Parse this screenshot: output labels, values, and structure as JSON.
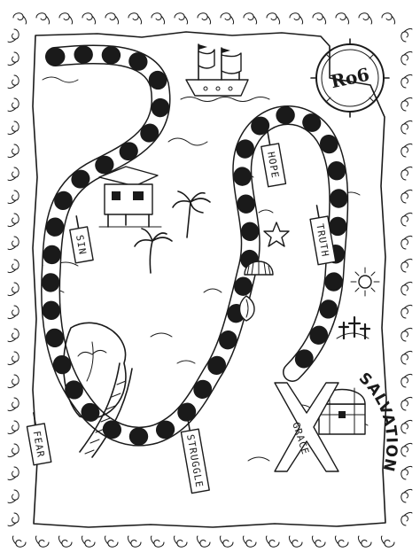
{
  "colors": {
    "ink": "#1a1a1a",
    "paper": "#ffffff"
  },
  "compass": {
    "label": "Ro6",
    "icon": "compass-rose-icon"
  },
  "signs": {
    "hope": "HOPE",
    "sin": "SIN",
    "truth": "TRUTH",
    "fear": "FEAR",
    "struggle": "STRUGGLE",
    "grace": "GRACE"
  },
  "destination": {
    "label": "SALVATION",
    "marker": "X"
  },
  "icons": [
    "ship-icon",
    "house-icon",
    "palm-tree-icon",
    "starfish-icon",
    "seashell-icon",
    "sun-icon",
    "cross-icon",
    "treasure-chest-icon",
    "swirl-border"
  ]
}
